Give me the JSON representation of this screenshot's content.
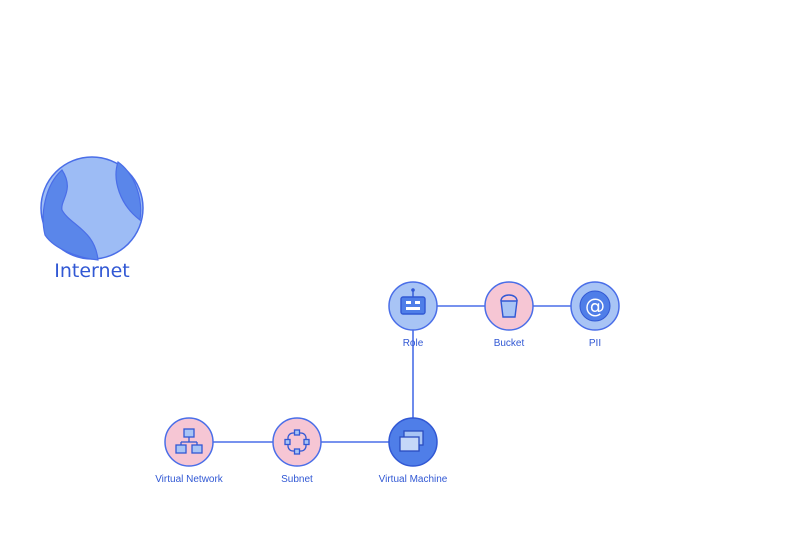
{
  "internet": {
    "label": "Internet",
    "icon": "globe-icon"
  },
  "nodes": {
    "role": {
      "label": "Role",
      "icon": "robot-icon",
      "fill": "#a8c4f5"
    },
    "bucket": {
      "label": "Bucket",
      "icon": "bucket-icon",
      "fill": "#f6c6d4"
    },
    "pii": {
      "label": "PII",
      "icon": "at-sign-icon",
      "fill": "#a8c4f5"
    },
    "virtual_network": {
      "label": "Virtual Network",
      "icon": "network-hierarchy-icon",
      "fill": "#f6c6d4"
    },
    "subnet": {
      "label": "Subnet",
      "icon": "subnet-icon",
      "fill": "#f6c6d4"
    },
    "virtual_machine": {
      "label": "Virtual Machine",
      "icon": "virtual-machine-icon",
      "fill": "#4f7ee8"
    }
  },
  "edges": [
    [
      "virtual_network",
      "subnet"
    ],
    [
      "subnet",
      "virtual_machine"
    ],
    [
      "virtual_machine",
      "role"
    ],
    [
      "role",
      "bucket"
    ],
    [
      "bucket",
      "pii"
    ]
  ],
  "colors": {
    "accent": "#3158d4",
    "stroke": "#4a6ee8",
    "light_blue": "#a8c4f5",
    "pink": "#f6c6d4",
    "dark_blue": "#4f7ee8"
  }
}
